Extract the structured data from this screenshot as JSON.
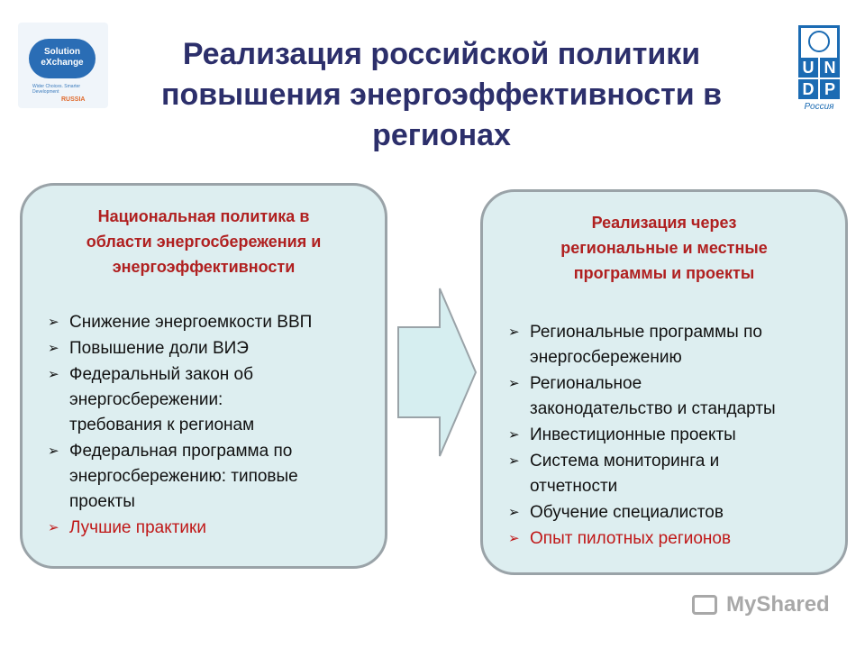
{
  "title": {
    "line1": "Реализация российской политики",
    "line2": "повышения энергоэффективности в",
    "line3": "регионах"
  },
  "logo_left": {
    "line1": "Solution",
    "line2": "eXchange",
    "tagline": "Wider Choices. Smarter Development",
    "country": "RUSSIA"
  },
  "logo_right": {
    "letters": [
      "U",
      "N",
      "D",
      "P"
    ],
    "caption": "Россия"
  },
  "left_card": {
    "heading": [
      "Национальная политика в",
      "области энергосбережения и",
      "энергоэффективности"
    ],
    "items": [
      {
        "lines": [
          "Снижение энергоемкости ВВП"
        ],
        "highlight": false
      },
      {
        "lines": [
          "Повышение доли ВИЭ"
        ],
        "highlight": false
      },
      {
        "lines": [
          "Федеральный закон об",
          "энергосбережении:",
          "требования к регионам"
        ],
        "highlight": false
      },
      {
        "lines": [
          "Федеральная программа по",
          "энергосбережению: типовые",
          "проекты"
        ],
        "highlight": false
      },
      {
        "lines": [
          "Лучшие практики"
        ],
        "highlight": true
      }
    ]
  },
  "right_card": {
    "heading": [
      "Реализация через",
      "региональные и местные",
      "программы и проекты"
    ],
    "items": [
      {
        "lines": [
          "Региональные программы по",
          "энергосбережению"
        ],
        "highlight": false
      },
      {
        "lines": [
          "Региональное",
          "законодательство и стандарты"
        ],
        "highlight": false
      },
      {
        "lines": [
          "Инвестиционные проекты"
        ],
        "highlight": false
      },
      {
        "lines": [
          "Система мониторинга и",
          "отчетности"
        ],
        "highlight": false
      },
      {
        "lines": [
          "Обучение специалистов"
        ],
        "highlight": false
      },
      {
        "lines": [
          "Опыт пилотных регионов"
        ],
        "highlight": true
      }
    ]
  },
  "bullet_icon": "arrow-bullet-icon",
  "watermark": {
    "text": "MyShared"
  },
  "colors": {
    "title": "#2c2f6b",
    "heading": "#b02020",
    "highlight": "#c01818",
    "card_fill": "#ddeef0",
    "card_border": "#9aa3a8",
    "arrow_fill": "#d6eef0",
    "undp_blue": "#1b6bb3"
  }
}
